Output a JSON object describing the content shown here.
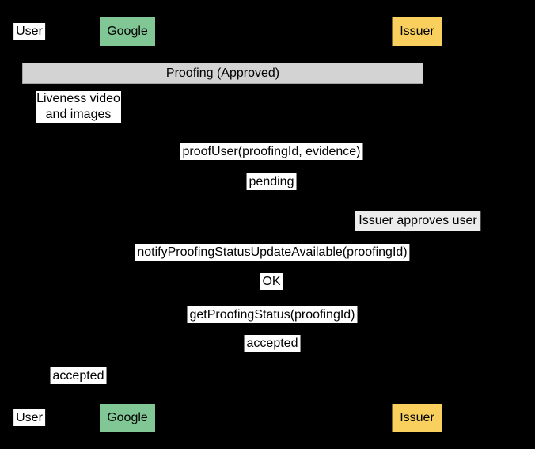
{
  "colors": {
    "background": "#000000",
    "text": "#000000",
    "label_bg": "#ffffff",
    "google_fill": "#80c795",
    "issuer_fill": "#f9d05e",
    "phase_fill": "#d3d3d3",
    "phase_stroke": "#a6a6a6",
    "note_fill": "#ececec"
  },
  "participants": [
    {
      "label": "User"
    },
    {
      "label": "Google"
    },
    {
      "label": "Issuer"
    }
  ],
  "phase": {
    "label": "Proofing (Approved)"
  },
  "messages": [
    {
      "text": "Liveness video and images"
    },
    {
      "text": "proofUser(proofingId, evidence)"
    },
    {
      "text": "pending"
    },
    {
      "text": "notifyProofingStatusUpdateAvailable(proofingId)"
    },
    {
      "text": "OK"
    },
    {
      "text": "getProofingStatus(proofingId)"
    },
    {
      "text": "accepted"
    },
    {
      "text": "accepted"
    }
  ],
  "note": {
    "text": "Issuer approves user"
  }
}
